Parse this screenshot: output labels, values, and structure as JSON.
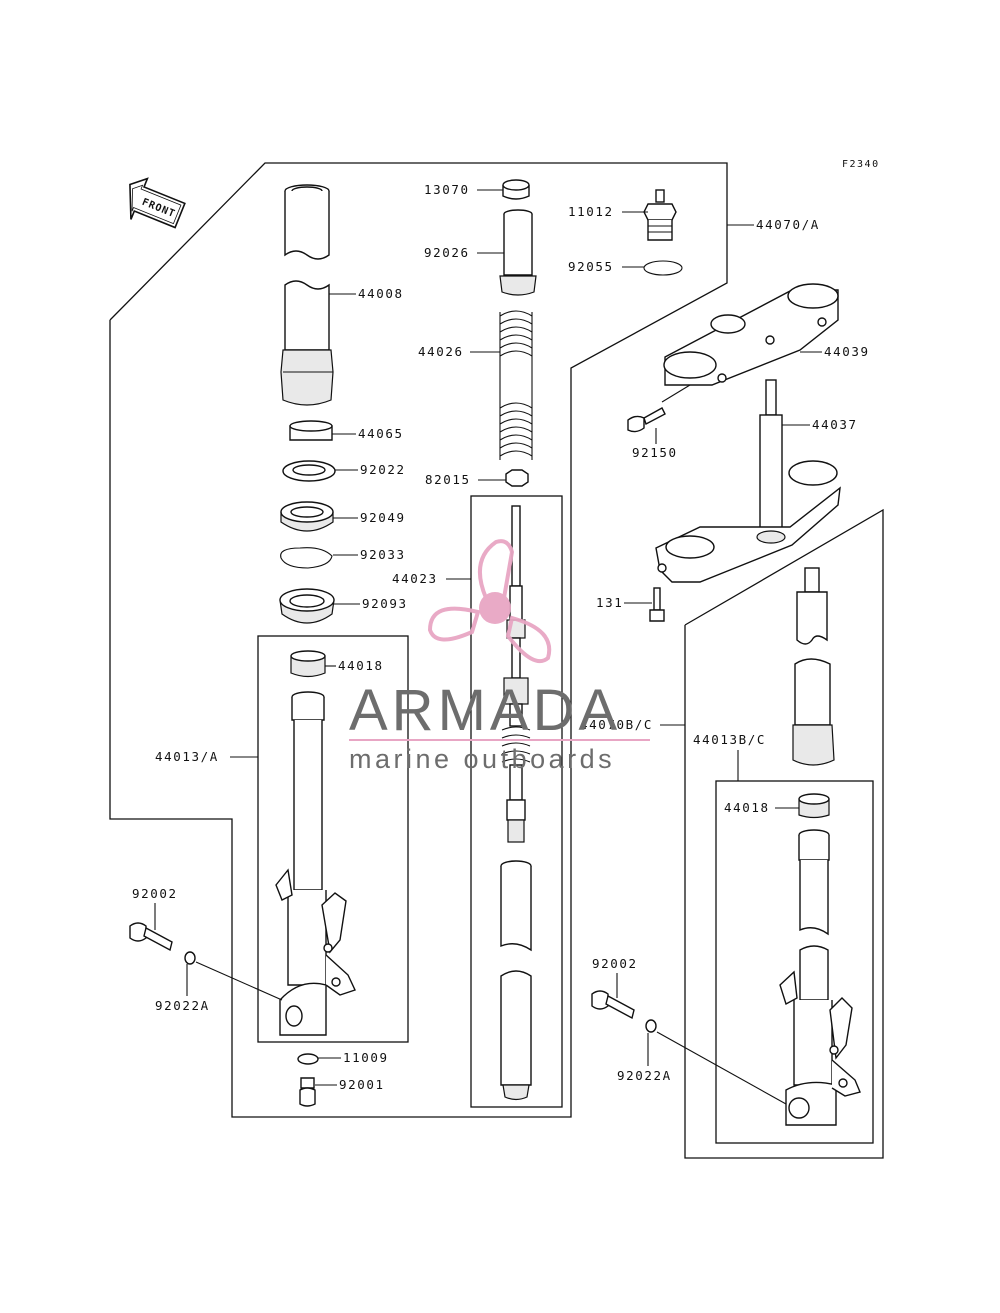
{
  "diagram_code": "F2340",
  "front_arrow": "FRONT",
  "labels": {
    "p13070": "13070",
    "p92026": "92026",
    "p11012": "11012",
    "p92055": "92055",
    "p44070a": "44070/A",
    "p44008": "44008",
    "p44026": "44026",
    "p44039": "44039",
    "p92150": "92150",
    "p44037": "44037",
    "p44065": "44065",
    "p92022": "92022",
    "p82015": "82015",
    "p92049": "92049",
    "p92033": "92033",
    "p44023": "44023",
    "p131": "131",
    "p92093": "92093",
    "p44018a": "44018",
    "p44070bc": "44070B/C",
    "p44013a": "44013/A",
    "p44013bc": "44013B/C",
    "p44018b": "44018",
    "p92002a": "92002",
    "p92002b": "92002",
    "p92022a_left": "92022A",
    "p92022a_right": "92022A",
    "p11009": "11009",
    "p92001": "92001"
  },
  "watermark": {
    "brand": "ARMADA",
    "tagline": "marine outboards",
    "logo_color": "#e8a6c4",
    "text_color": "#6d6d6d"
  }
}
